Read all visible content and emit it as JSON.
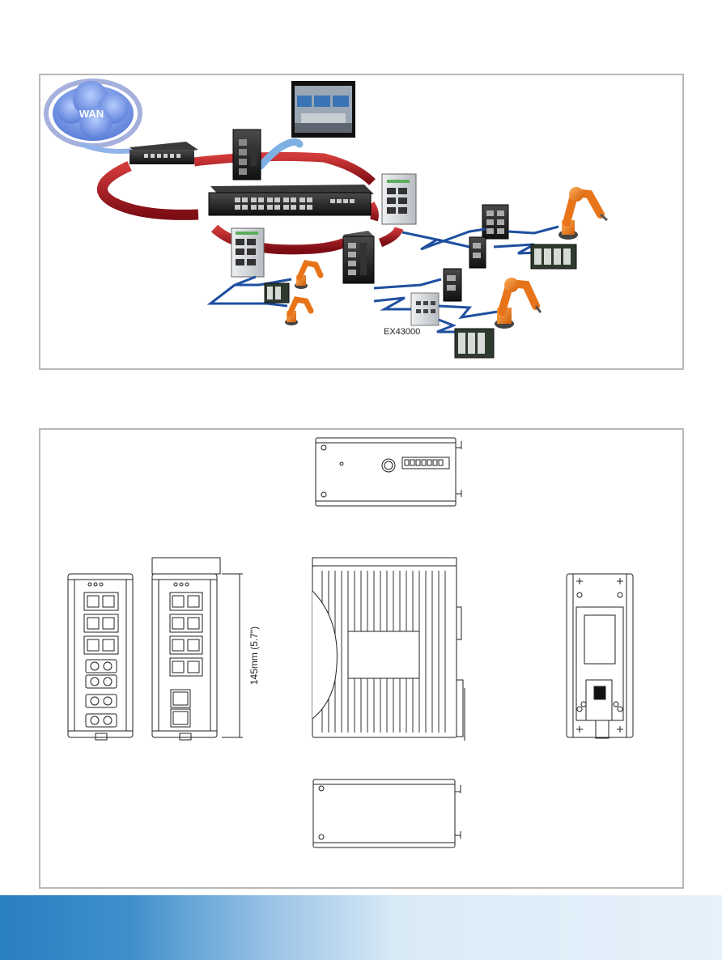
{
  "network": {
    "wan_label": "WAN",
    "model_label": "EX43000"
  },
  "dimensions": {
    "height_label": "145mm (5.7\")"
  },
  "colors": {
    "ring_red": "#a3161f",
    "link_blue": "#1f4fa0",
    "robot_orange": "#f07a1a",
    "cloud_blue": "#6a8fe0",
    "footer_blue": "#2a7fc0"
  }
}
